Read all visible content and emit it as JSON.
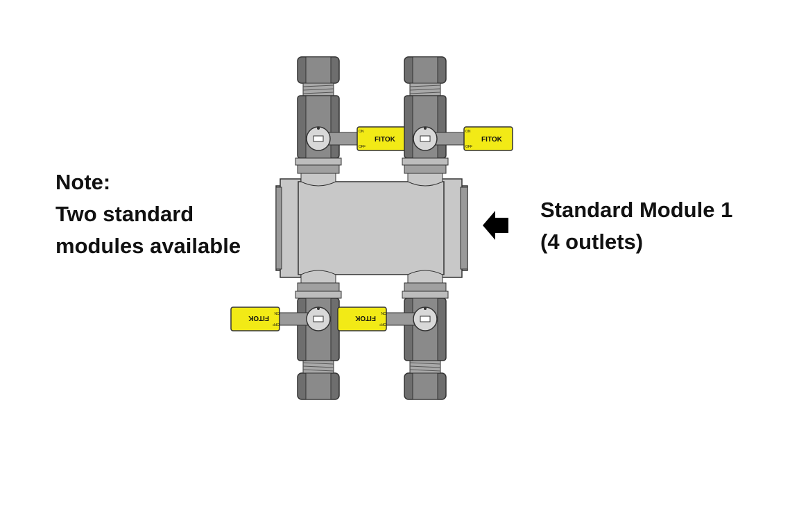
{
  "note": {
    "heading": "Note:",
    "line1": "Two standard",
    "line2": "modules available"
  },
  "module": {
    "line1": "Standard Module 1",
    "line2": "(4 outlets)"
  },
  "valve_handle": {
    "brand": "FITOK",
    "on": "ON",
    "off": "OFF"
  },
  "colors": {
    "body_gray": "#c8c8c8",
    "fitting_dark": "#6e6e6e",
    "handle_yellow": "#f2ea16",
    "arrow": "#000000"
  },
  "icons": [
    "black-arrow-left-icon"
  ]
}
